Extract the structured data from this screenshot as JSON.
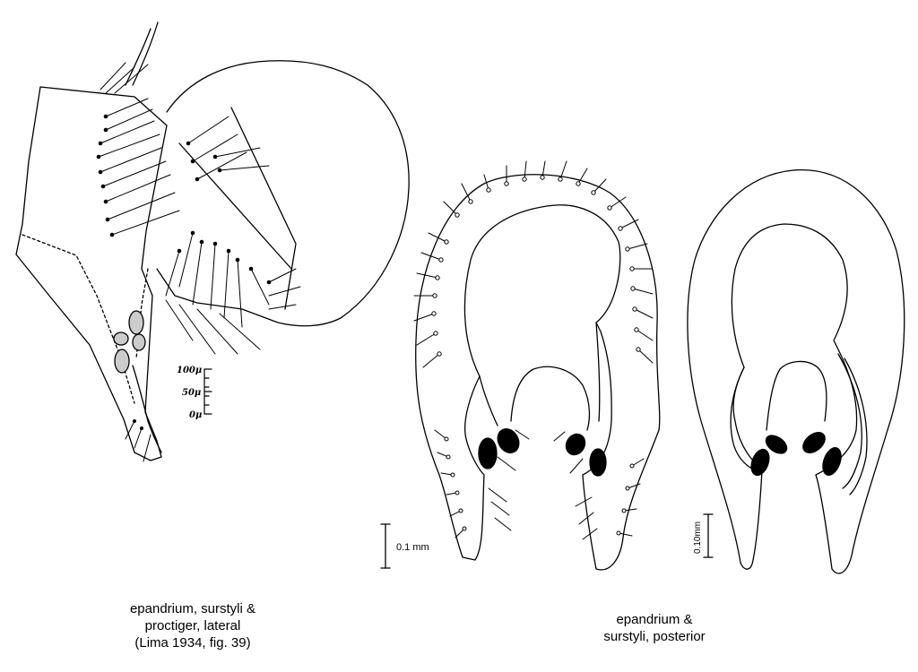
{
  "captions": {
    "lateral": [
      "epandrium, surstyli &",
      "proctiger, lateral",
      "(Lima 1934, fig. 39)"
    ],
    "posterior": [
      "epandrium &",
      "surstyli, posterior"
    ]
  },
  "scale_bars": {
    "lateral": [
      "100μ",
      "50μ",
      "0μ"
    ],
    "posterior_setose": "0.1 mm",
    "posterior_outline": "0.10mm"
  },
  "colors": {
    "ink": "#000000",
    "paper": "#ffffff"
  }
}
